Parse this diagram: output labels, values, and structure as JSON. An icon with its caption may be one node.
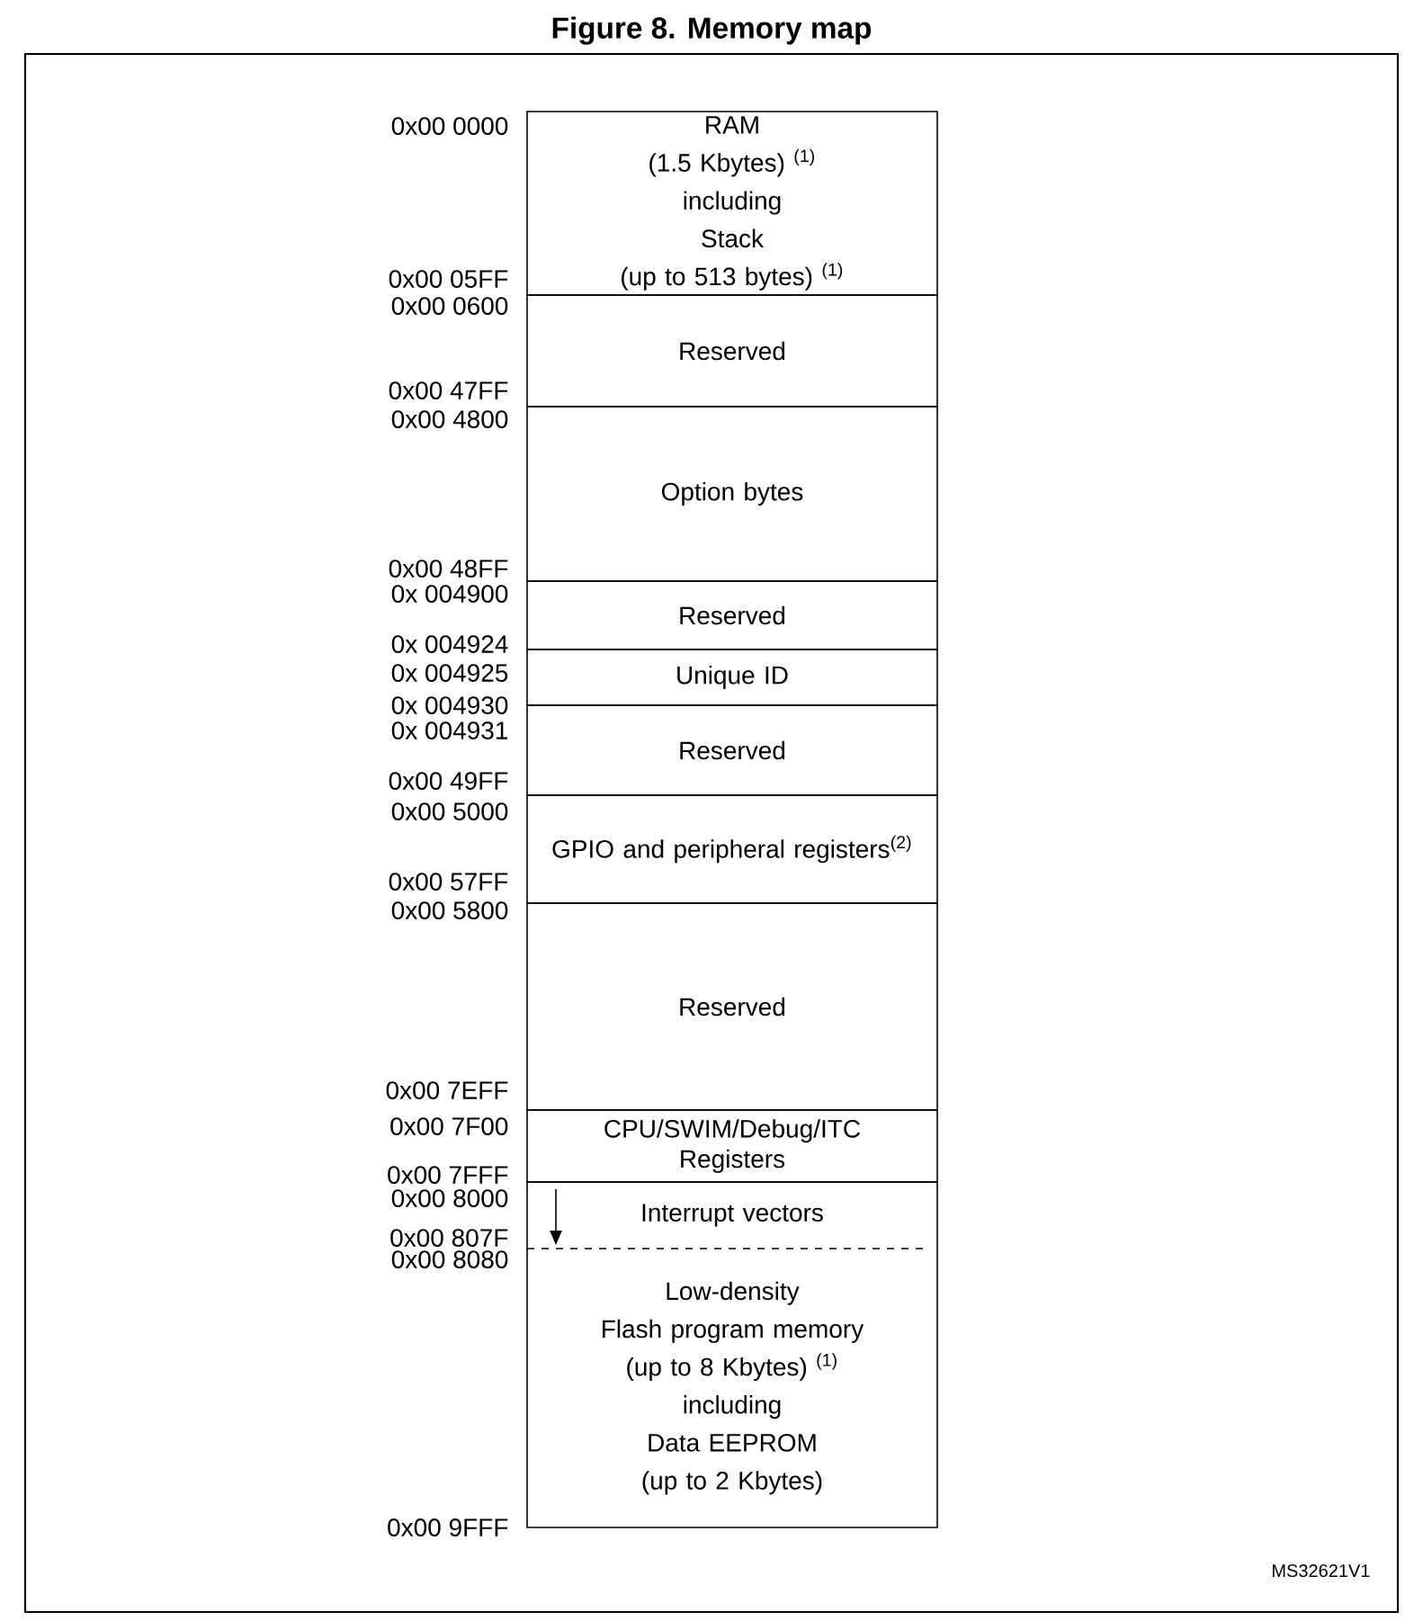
{
  "diagram": {
    "title": "Figure 8. Memory map",
    "nodes": [
      {
        "text": [
          "RAM",
          "(1.5 Kbytes) $^{(1)}$",
          "including",
          "Stack",
          "(up to 513 bytes) $^{(1)}$"
        ]
      },
      {
        "text": [
          "Reserved"
        ]
      },
      {
        "text": [
          "Option bytes"
        ]
      },
      {
        "text": [
          "Reserved"
        ]
      },
      {
        "text": [
          "Unique ID"
        ]
      },
      {
        "text": [
          "Reserved"
        ]
      },
      {
        "text": [
          "GPIO and peripheral registers$^{(2)}$"
        ]
      },
      {
        "text": [
          "Reserved"
        ]
      },
      {
        "text": [
          "CPU/SWIM/Debug/ITC Registers"
        ]
      },
      {
        "text": [
          "Interrupt vectors"
        ]
      },
      {
        "text": [
          "Low-density",
          "Flash program memory",
          "(up to 8 Kbytes) $^{(1)}$",
          "including",
          "Data EEPROM",
          "(up to 2 Kbytes)"
        ]
      }
    ],
    "labels": [
      "0x00 0000",
      "0x00 05FF",
      "0x00 0600",
      "0x00 47FF",
      "0x00 4800",
      "0x00 48FF",
      "0x 004900",
      "0x 004924",
      "0x 004925",
      "0x 004930",
      "0x 004931",
      "0x00 49FF",
      "0x00 5000",
      "0x00 57FF",
      "0x00 5800",
      "0x00 7EFF",
      "0x00 7F00",
      "0x00 7FFF",
      "0x00 8000",
      "0x00 807F",
      "0x00 8080",
      "0x00 9FFF",
      "MS32621V1"
    ]
  }
}
